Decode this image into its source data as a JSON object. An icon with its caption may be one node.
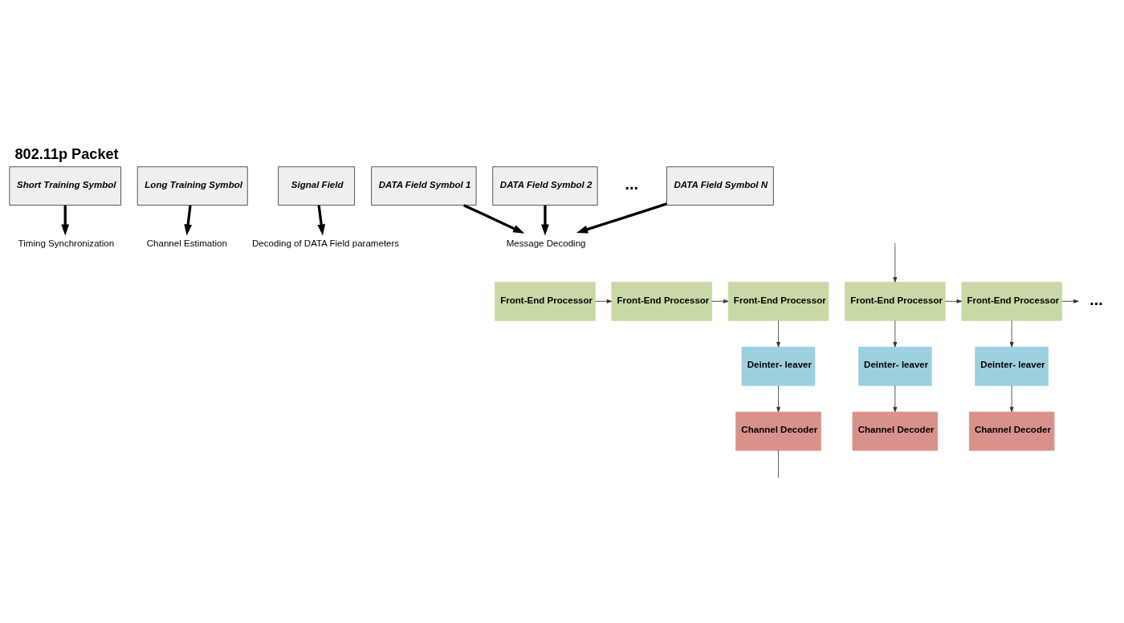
{
  "diagram": {
    "title": "802.11p Packet",
    "nodes": [
      {
        "text": [
          "Short Training Symbol"
        ]
      },
      {
        "text": [
          "Long Training Symbol"
        ]
      },
      {
        "text": [
          "Signal Field"
        ]
      },
      {
        "text": [
          "DATA Field Symbol 1"
        ]
      },
      {
        "text": [
          "DATA Field Symbol 2"
        ]
      },
      {
        "text": [
          "DATA Field Symbol N"
        ]
      },
      {
        "text": [
          "Timing Synchronization"
        ]
      },
      {
        "text": [
          "Channel Estimation"
        ]
      },
      {
        "text": [
          "Decoding of DATA Field parameters"
        ]
      },
      {
        "text": [
          "Message Decoding"
        ]
      },
      {
        "text": [
          "Front-End Processor"
        ]
      },
      {
        "text": [
          "Front-End Processor"
        ]
      },
      {
        "text": [
          "Front-End Processor"
        ]
      },
      {
        "text": [
          "Deinter- leaver"
        ]
      },
      {
        "text": [
          "Channel Decoder"
        ]
      },
      {
        "text": [
          "Front-End Processor"
        ]
      },
      {
        "text": [
          "Front-End Processor"
        ]
      },
      {
        "text": [
          "..."
        ]
      },
      {
        "text": [
          "Deinter- leaver"
        ]
      },
      {
        "text": [
          "Deinter- leaver"
        ]
      },
      {
        "text": [
          "Channel Decoder"
        ]
      },
      {
        "text": [
          "Channel Decoder"
        ]
      }
    ],
    "edges": [
      {
        "from": 0,
        "to": 6,
        "arrow": "to",
        "style": "thick"
      },
      {
        "from": 1,
        "to": 7,
        "arrow": "to",
        "style": "thick"
      },
      {
        "from": 2,
        "to": 8,
        "arrow": "to",
        "style": "thick"
      },
      {
        "from": 3,
        "to": 9,
        "arrow": "to",
        "style": "thick"
      },
      {
        "from": 4,
        "to": 9,
        "arrow": "to",
        "style": "thick"
      },
      {
        "from": 5,
        "to": 9,
        "arrow": "to",
        "style": "thick"
      },
      {
        "from": 10,
        "to": 11,
        "arrow": "to"
      },
      {
        "from": 11,
        "to": 12,
        "arrow": "to"
      },
      {
        "from": 12,
        "to": 13,
        "arrow": "to"
      },
      {
        "from": 13,
        "to": 14,
        "arrow": "to"
      },
      {
        "from": 14,
        "to": null,
        "arrow": "none"
      },
      {
        "from": null,
        "to": 15,
        "arrow": "to"
      },
      {
        "from": 15,
        "to": 16,
        "arrow": "to"
      },
      {
        "from": 16,
        "to": 17,
        "arrow": "to"
      },
      {
        "from": 15,
        "to": 18,
        "arrow": "to"
      },
      {
        "from": 16,
        "to": 19,
        "arrow": "to"
      },
      {
        "from": 18,
        "to": 20,
        "arrow": "to"
      },
      {
        "from": 19,
        "to": 21,
        "arrow": "to"
      }
    ],
    "labels": [
      "..."
    ]
  }
}
